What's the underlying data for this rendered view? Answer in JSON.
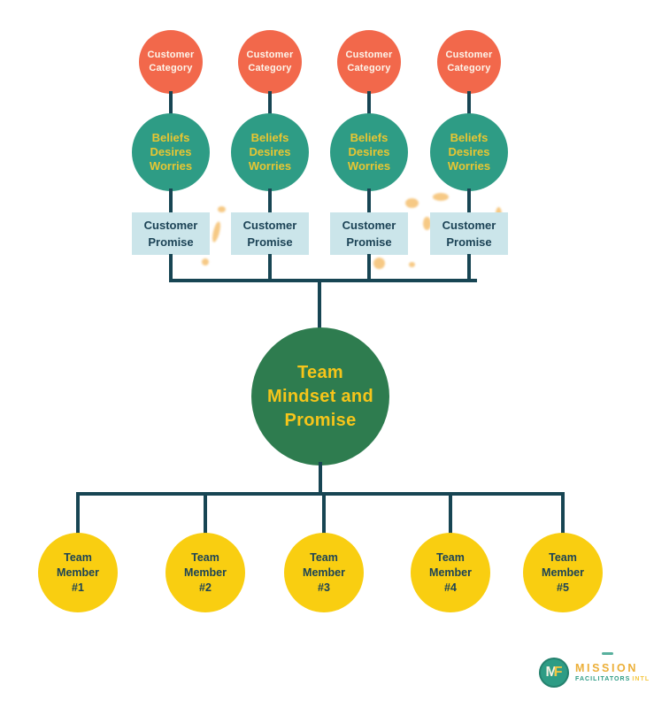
{
  "diagram": {
    "customer_category_label": "Customer\nCategory",
    "beliefs_label": "Beliefs\nDesires\nWorries",
    "customer_promise_label": "Customer\nPromise",
    "team_mindset_label": "Team\nMindset and\nPromise",
    "team_members": [
      {
        "label": "Team\nMember\n#1"
      },
      {
        "label": "Team\nMember\n#2"
      },
      {
        "label": "Team\nMember\n#3"
      },
      {
        "label": "Team\nMember\n#4"
      },
      {
        "label": "Team\nMember\n#5"
      }
    ]
  },
  "logo": {
    "monogram_m": "M",
    "monogram_f": "F",
    "name_primary": "MISSION",
    "name_secondary": "FACILITATORS",
    "name_suffix": "INTL"
  },
  "colors": {
    "node-orange": "#F2684B",
    "node-teal": "#2E9C85",
    "node-lightblue": "#CBE5EA",
    "node-green": "#2E7C4F",
    "node-yellow": "#F9CE11",
    "line-dark": "#174553",
    "text-dark": "#1C4356",
    "text-yellow": "#E8C632",
    "text-gold": "#F6C51A",
    "text-white": "#FCF6EC",
    "logo-teal": "#2E9C85",
    "logo-gold": "#ECAF38",
    "splat": "#F5C070"
  }
}
